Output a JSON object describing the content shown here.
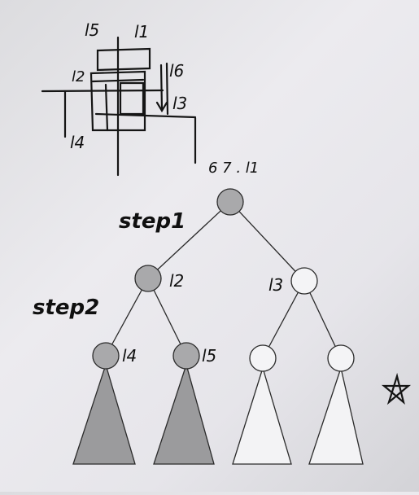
{
  "sketch": {
    "labels": {
      "l5": "l5",
      "l1": "l1",
      "l2": "l2",
      "l6": "l6",
      "l3": "l3",
      "l4": "l4"
    }
  },
  "tree": {
    "root_note": "6 7 . l1",
    "step1": "step1",
    "step2": "step2",
    "nodes": [
      {
        "id": "root",
        "label": "",
        "filled": true
      },
      {
        "id": "l2",
        "label": "l2",
        "filled": true
      },
      {
        "id": "l3",
        "label": "l3",
        "filled": false
      },
      {
        "id": "l4",
        "label": "l4",
        "filled": true
      },
      {
        "id": "l5",
        "label": "l5",
        "filled": true
      },
      {
        "id": "l6n",
        "label": "",
        "filled": false
      },
      {
        "id": "l7n",
        "label": "",
        "filled": false
      }
    ]
  },
  "marker": {
    "icon": "star-icon"
  },
  "colors": {
    "paper": "#e8e7eb",
    "ink": "#151515",
    "node_fill": "#a9a9ab"
  }
}
